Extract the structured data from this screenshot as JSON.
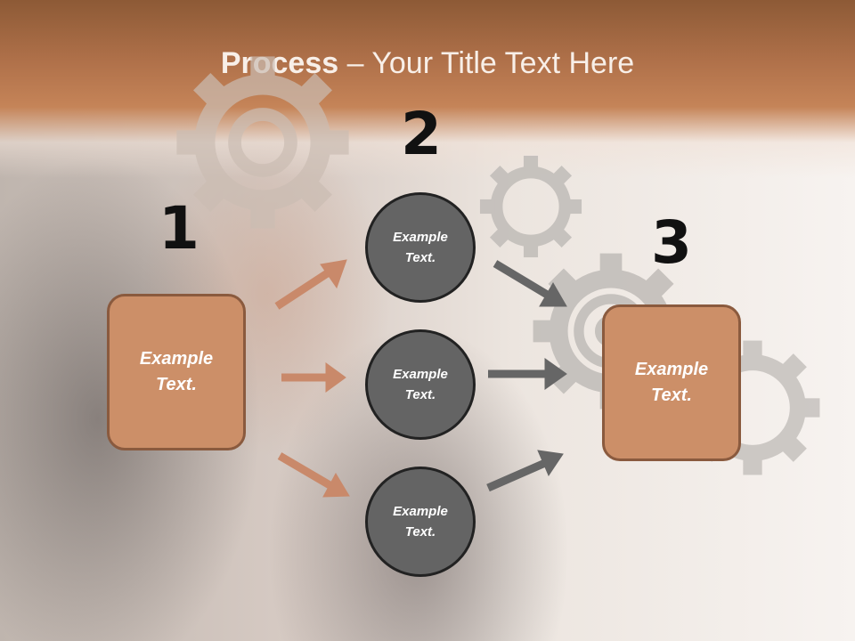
{
  "title": {
    "bold": "Process",
    "rest": " – Your Title Text Here"
  },
  "numbers": [
    "1",
    "2",
    "3"
  ],
  "left_box": {
    "label": "Example\nText."
  },
  "right_box": {
    "label": "Example\nText."
  },
  "circles": [
    {
      "label": "Example\nText."
    },
    {
      "label": "Example\nText."
    },
    {
      "label": "Example\nText."
    }
  ],
  "colors": {
    "box_fill": "#cc8f68",
    "circle_fill": "#646464",
    "left_arrow": "#c9896a",
    "right_arrow": "#666666",
    "banner": "#b0714a"
  }
}
